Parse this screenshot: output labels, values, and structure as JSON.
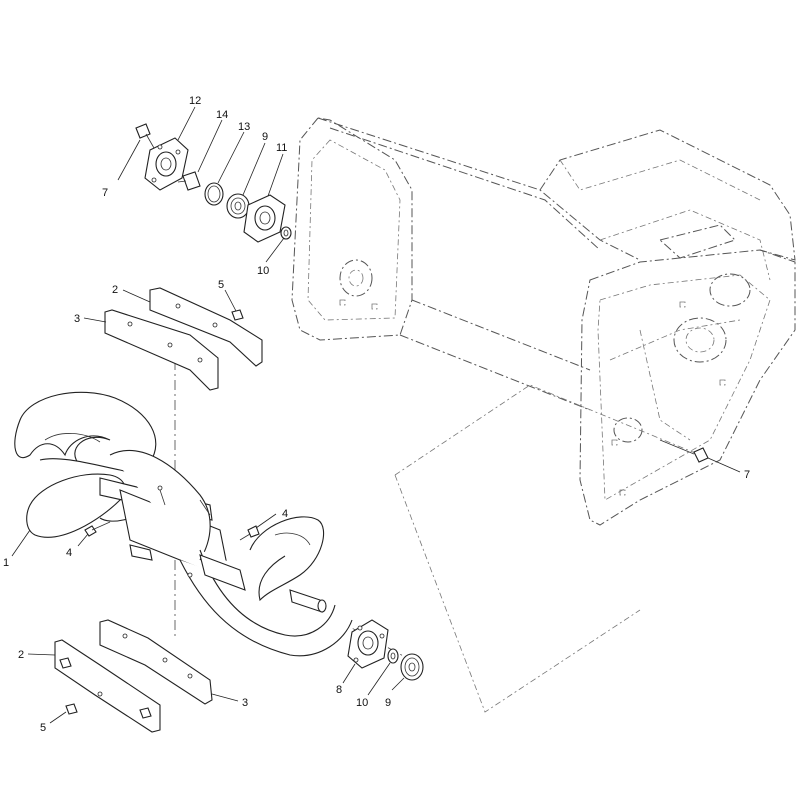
{
  "diagram": {
    "callouts": [
      {
        "id": "c12",
        "label": "12"
      },
      {
        "id": "c14",
        "label": "14"
      },
      {
        "id": "c13",
        "label": "13"
      },
      {
        "id": "c9a",
        "label": "9"
      },
      {
        "id": "c11",
        "label": "11"
      },
      {
        "id": "c7a",
        "label": "7"
      },
      {
        "id": "c10a",
        "label": "10"
      },
      {
        "id": "c2a",
        "label": "2"
      },
      {
        "id": "c5a",
        "label": "5"
      },
      {
        "id": "c3a",
        "label": "3"
      },
      {
        "id": "c7b",
        "label": "7"
      },
      {
        "id": "c4a",
        "label": "4"
      },
      {
        "id": "c1",
        "label": "1"
      },
      {
        "id": "c4b",
        "label": "4"
      },
      {
        "id": "c2b",
        "label": "2"
      },
      {
        "id": "c3b",
        "label": "3"
      },
      {
        "id": "c5b",
        "label": "5"
      },
      {
        "id": "c8",
        "label": "8"
      },
      {
        "id": "c10b",
        "label": "10"
      },
      {
        "id": "c9b",
        "label": "9"
      }
    ]
  }
}
